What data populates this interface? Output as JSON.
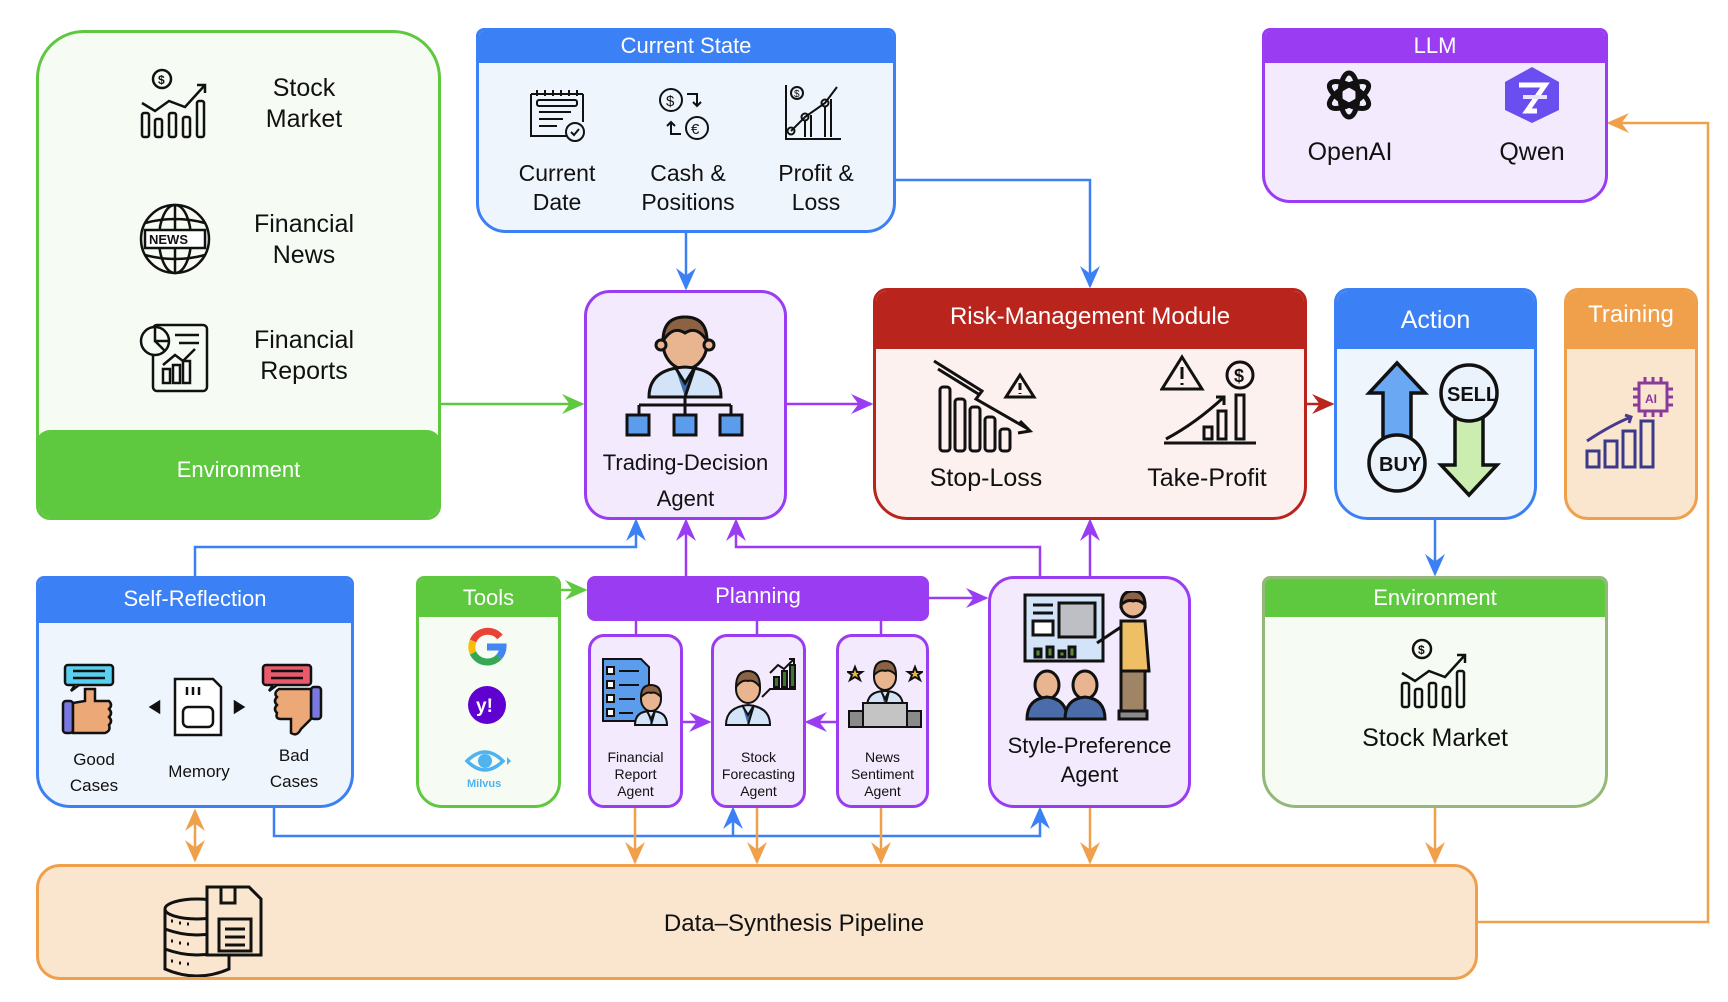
{
  "environment_left": {
    "label": "Environment",
    "items": [
      {
        "icon": "stock-market-icon",
        "label_line1": "Stock",
        "label_line2": "Market"
      },
      {
        "icon": "news-globe-icon",
        "label_line1": "Financial",
        "label_line2": "News"
      },
      {
        "icon": "financial-report-icon",
        "label_line1": "Financial",
        "label_line2": "Reports"
      }
    ]
  },
  "current_state": {
    "title": "Current State",
    "items": [
      {
        "icon": "calendar-icon",
        "label_line1": "Current",
        "label_line2": "Date"
      },
      {
        "icon": "currency-exchange-icon",
        "label_line1": "Cash &",
        "label_line2": "Positions"
      },
      {
        "icon": "profit-chart-icon",
        "label_line1": "Profit &",
        "label_line2": "Loss"
      }
    ]
  },
  "llm": {
    "title": "LLM",
    "items": [
      {
        "icon": "openai-logo-icon",
        "label": "OpenAI"
      },
      {
        "icon": "qwen-logo-icon",
        "label": "Qwen"
      }
    ]
  },
  "trading_agent": {
    "label_line1": "Trading-Decision",
    "label_line2": "Agent"
  },
  "risk_module": {
    "title": "Risk-Management Module",
    "items": [
      {
        "icon": "stop-loss-icon",
        "label": "Stop-Loss"
      },
      {
        "icon": "take-profit-icon",
        "label": "Take-Profit"
      }
    ]
  },
  "action": {
    "title": "Action",
    "buy": "BUY",
    "sell": "SELL"
  },
  "training": {
    "title": "Training"
  },
  "self_reflection": {
    "title": "Self-Reflection",
    "good": {
      "line1": "Good",
      "line2": "Cases"
    },
    "memory": "Memory",
    "bad": {
      "line1": "Bad",
      "line2": "Cases"
    }
  },
  "tools": {
    "title": "Tools",
    "milvus": "Milvus",
    "items": [
      "google-logo-icon",
      "yahoo-logo-icon",
      "milvus-logo-icon"
    ]
  },
  "planning": {
    "title": "Planning",
    "agents": [
      {
        "line1": "Financial",
        "line2": "Report",
        "line3": "Agent"
      },
      {
        "line1": "Stock",
        "line2": "Forecasting",
        "line3": "Agent"
      },
      {
        "line1": "News",
        "line2": "Sentiment",
        "line3": "Agent"
      }
    ]
  },
  "style_agent": {
    "label_line1": "Style-Preference",
    "label_line2": "Agent"
  },
  "environment_right": {
    "title": "Environment",
    "label": "Stock Market"
  },
  "pipeline": {
    "label": "Data–Synthesis Pipeline"
  },
  "colors": {
    "green": "#5ec83f",
    "blue": "#3b80f4",
    "purple": "#9a3cf2",
    "red": "#b9251d",
    "orange": "#f0a04b",
    "olive_green": "#93b87a"
  }
}
